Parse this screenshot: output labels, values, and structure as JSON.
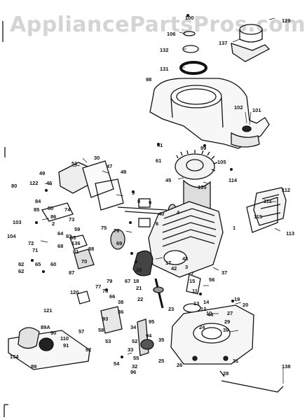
{
  "watermark": "AppliancePartsPros.com",
  "part_labels": [
    "1",
    "2",
    "3",
    "4",
    "5",
    "6",
    "7",
    "8",
    "9",
    "10",
    "11",
    "12",
    "13",
    "14",
    "15",
    "16",
    "17",
    "18",
    "19",
    "20",
    "21",
    "22",
    "23",
    "24",
    "25",
    "26",
    "27",
    "28",
    "29",
    "30",
    "31",
    "32",
    "33",
    "34",
    "35",
    "36",
    "37",
    "38",
    "39",
    "40",
    "41",
    "42",
    "43",
    "44",
    "45",
    "46",
    "47",
    "48",
    "49",
    "50",
    "51",
    "52",
    "53",
    "54",
    "55",
    "56",
    "57",
    "58",
    "59",
    "60",
    "61",
    "62",
    "63",
    "64",
    "65",
    "66",
    "67",
    "68",
    "69",
    "70",
    "71",
    "72",
    "73",
    "74",
    "75",
    "76",
    "77",
    "78",
    "79",
    "80",
    "81",
    "82",
    "83",
    "84",
    "85",
    "86",
    "87",
    "88",
    "89",
    "89A",
    "90",
    "91",
    "92",
    "93",
    "94",
    "95",
    "96",
    "98",
    "99",
    "100",
    "101",
    "102",
    "103",
    "104",
    "105",
    "106",
    "110",
    "111",
    "112",
    "113",
    "114",
    "115",
    "120",
    "121",
    "122",
    "129",
    "131",
    "132",
    "134",
    "135",
    "136",
    "137",
    "138"
  ]
}
